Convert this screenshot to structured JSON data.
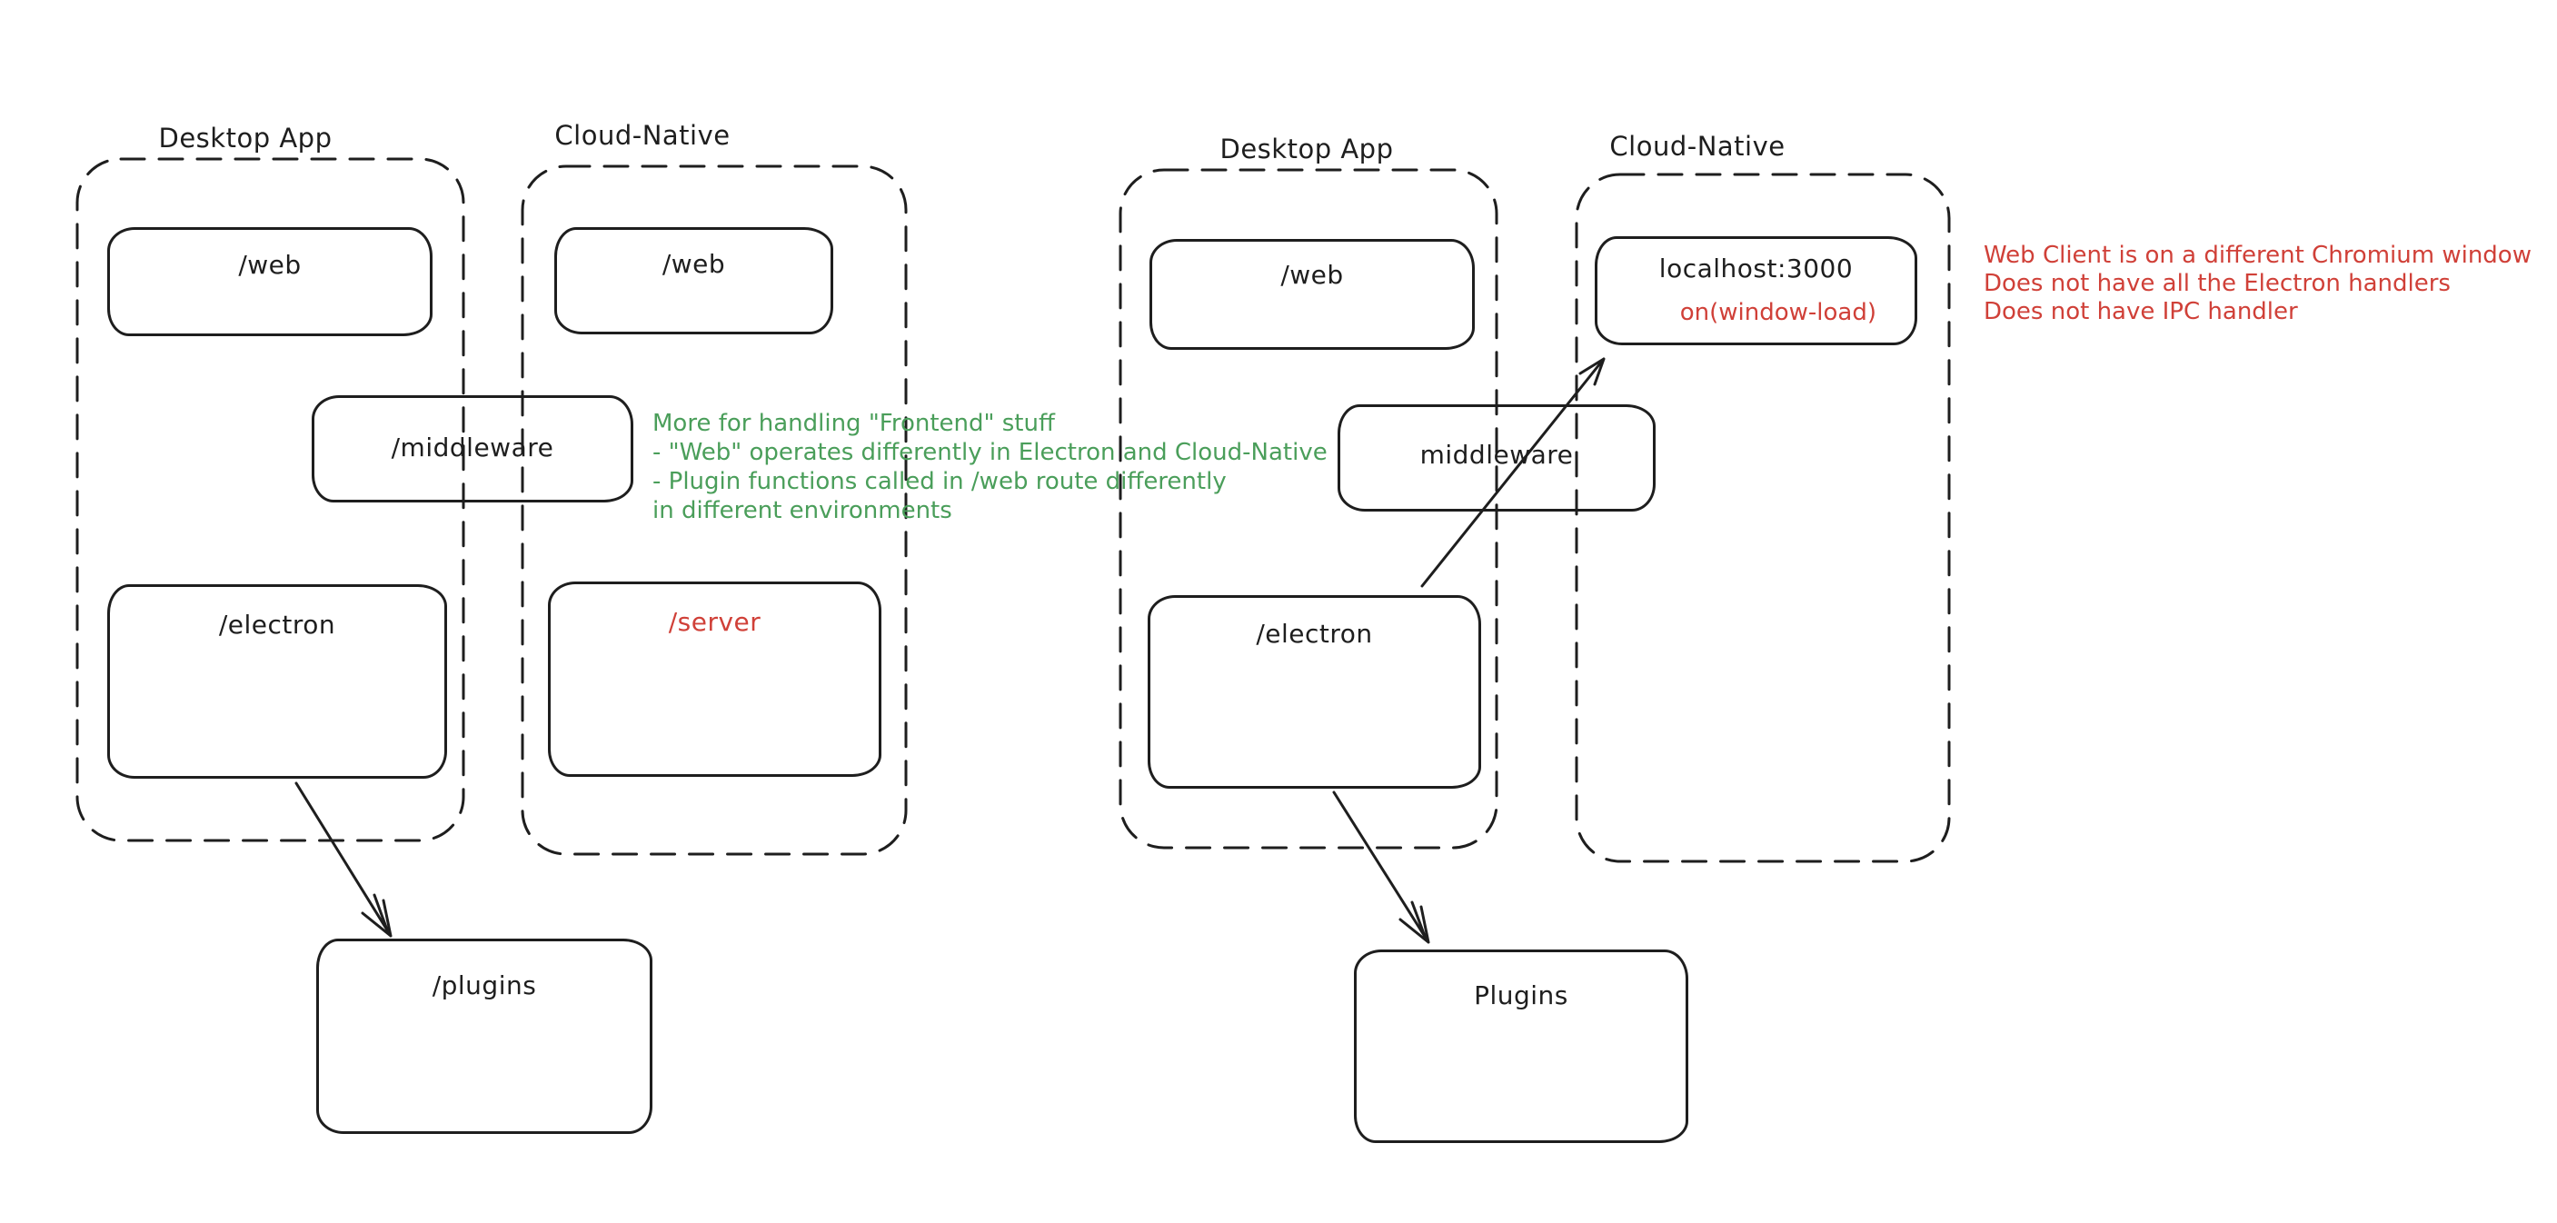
{
  "colors": {
    "stroke": "#1e1e1e",
    "green_note": "#4a9e5a",
    "red_note": "#d04038",
    "background": "#ffffff"
  },
  "left": {
    "desktop_label": "Desktop App",
    "cloud_label": "Cloud-Native",
    "web_desktop": "/web",
    "web_cloud": "/web",
    "middleware": "/middleware",
    "electron": "/electron",
    "server": "/server",
    "plugins": "/plugins",
    "note": [
      "More for handling \"Frontend\" stuff",
      "- \"Web\" operates differently in Electron and Cloud-Native",
      "- Plugin functions called in /web route differently",
      "in different environments"
    ]
  },
  "right": {
    "desktop_label": "Desktop App",
    "cloud_label": "Cloud-Native",
    "web": "/web",
    "middleware": "middleware",
    "electron": "/electron",
    "localhost_title": "localhost:3000",
    "localhost_event": "on(window-load)",
    "plugins": "Plugins",
    "note": [
      "Web Client is on a different Chromium window",
      "Does not have all the Electron handlers",
      "Does not have IPC handler"
    ]
  }
}
